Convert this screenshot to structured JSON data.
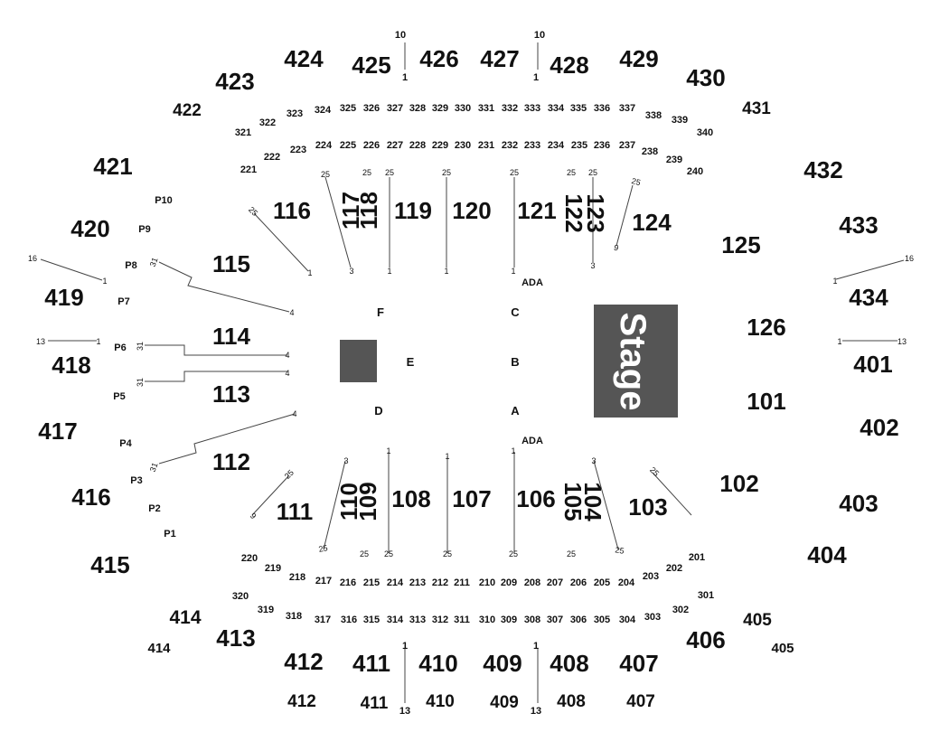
{
  "colors": {
    "stage": "#555555",
    "text": "#111111",
    "line": "#444444"
  },
  "stage": {
    "label": "Stage"
  },
  "sections_400": [
    "424",
    "425",
    "426",
    "427",
    "428",
    "429",
    "423",
    "430",
    "422",
    "431",
    "421",
    "432",
    "420",
    "433",
    "419",
    "434",
    "418",
    "401",
    "417",
    "402",
    "416",
    "403",
    "415",
    "404",
    "414",
    "405",
    "414",
    "405",
    "413",
    "406",
    "412",
    "407",
    "411",
    "408",
    "410",
    "409",
    "412",
    "411",
    "410",
    "409",
    "408",
    "407"
  ],
  "sections_300": [
    "324",
    "325",
    "326",
    "327",
    "328",
    "329",
    "330",
    "331",
    "332",
    "333",
    "334",
    "335",
    "336",
    "337",
    "323",
    "338",
    "322",
    "339",
    "321",
    "340",
    "320",
    "301",
    "319",
    "302",
    "318",
    "303",
    "317",
    "316",
    "315",
    "314",
    "313",
    "312",
    "311",
    "310",
    "309",
    "308",
    "307",
    "306",
    "305",
    "304"
  ],
  "sections_200": [
    "224",
    "225",
    "226",
    "227",
    "228",
    "229",
    "230",
    "231",
    "232",
    "233",
    "234",
    "235",
    "236",
    "237",
    "223",
    "238",
    "222",
    "239",
    "221",
    "240",
    "220",
    "201",
    "219",
    "202",
    "218",
    "203",
    "217",
    "216",
    "215",
    "214",
    "213",
    "212",
    "211",
    "210",
    "209",
    "208",
    "207",
    "206",
    "205",
    "204"
  ],
  "sections_100": [
    "116",
    "117",
    "118",
    "119",
    "120",
    "121",
    "122",
    "123",
    "124",
    "125",
    "115",
    "126",
    "114",
    "101",
    "113",
    "112",
    "102",
    "111",
    "110",
    "109",
    "108",
    "107",
    "106",
    "105",
    "104",
    "103"
  ],
  "floor": [
    "F",
    "C",
    "E",
    "B",
    "D",
    "A",
    "ADA",
    "ADA"
  ],
  "pits": [
    "P10",
    "P9",
    "P8",
    "P7",
    "P6",
    "P5",
    "P4",
    "P3",
    "P2",
    "P1"
  ],
  "row_markers": [
    "10",
    "1",
    "10",
    "1",
    "1",
    "13",
    "1",
    "13",
    "16",
    "1",
    "13",
    "1",
    "16",
    "1",
    "1",
    "13",
    "25",
    "25",
    "25",
    "25",
    "25",
    "25",
    "25",
    "25",
    "1",
    "3",
    "1",
    "1",
    "1",
    "3",
    "31",
    "4",
    "31",
    "4",
    "31",
    "4",
    "4",
    "31",
    "1",
    "1",
    "1",
    "3",
    "3",
    "25",
    "25",
    "25",
    "25",
    "25",
    "25",
    "25",
    "25",
    "9",
    "25",
    "9",
    "25"
  ]
}
